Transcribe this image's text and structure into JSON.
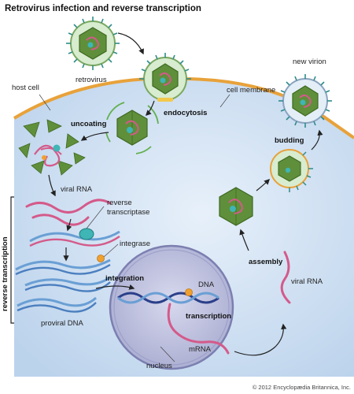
{
  "title": "Retrovirus infection and reverse transcription",
  "labels": {
    "retrovirus": "retrovirus",
    "host_cell": "host cell",
    "cell_membrane": "cell membrane",
    "new_virion": "new virion",
    "endocytosis": "endocytosis",
    "uncoating": "uncoating",
    "budding": "budding",
    "viral_rna_top": "viral RNA",
    "reverse_transcriptase_line1": "reverse",
    "reverse_transcriptase_line2": "transcriptase",
    "integrase": "integrase",
    "reverse_transcription": "reverse transcription",
    "proviral_dna": "proviral DNA",
    "integration": "integration",
    "dna": "DNA",
    "transcription": "transcription",
    "mrna": "mRNA",
    "assembly": "assembly",
    "viral_rna_right": "viral RNA",
    "nucleus": "nucleus"
  },
  "credit": "© 2012 Encyclopædia Britannica, Inc.",
  "colors": {
    "cytoplasm": "#d4e3f3",
    "membrane": "#e8a23a",
    "nucleus": "#c3c5e0",
    "capsid": "#5f8f3a",
    "capsid_dark": "#3f6a22",
    "envelope": "#d8ecd0",
    "spike": "#2e8c8a",
    "rna": "#d45a8a",
    "dna_light": "#6a9fd4",
    "dna_dark": "#2b3f8a",
    "enzyme": "#3fb5b5",
    "integrase": "#f0a030",
    "arrow": "#222222"
  }
}
